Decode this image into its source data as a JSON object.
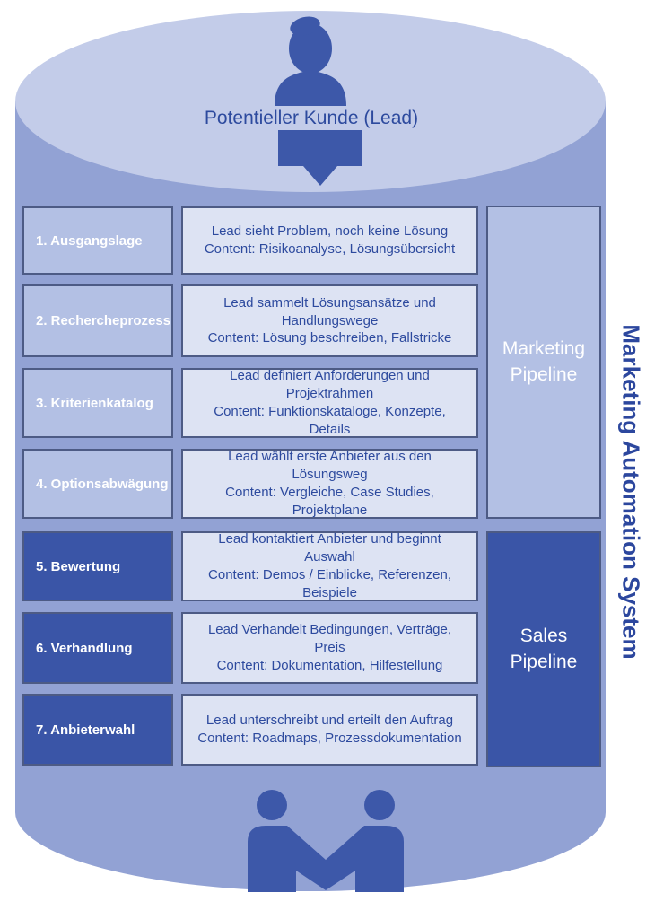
{
  "diagram": {
    "title": "Potentieller Kunde (Lead)",
    "vertical_label": "Marketing Automation System",
    "icons": {
      "lead_icon": "person-silhouette",
      "transition_icon": "down-arrow",
      "deal_icon": "handshake-figures"
    },
    "colors": {
      "cylinder_top": "#c3cce9",
      "cylinder_body": "#92a2d4",
      "stage_light": "#b3c0e4",
      "stage_dark": "#3a55a7",
      "content_box": "#dde3f3",
      "box_border": "#4d5b85",
      "text_blue": "#2d4a9e",
      "icon_blue": "#3d58a9",
      "text_white": "#ffffff"
    },
    "stages": [
      {
        "label": "1. Ausgangslage",
        "description": "Lead sieht Problem, noch keine Lösung",
        "content": "Content: Risikoanalyse, Lösungsübersicht",
        "phase": "marketing"
      },
      {
        "label": "2. Rechercheprozess",
        "description": "Lead sammelt Lösungsansätze und Handlungswege",
        "content": "Content: Lösung beschreiben, Fallstricke",
        "phase": "marketing"
      },
      {
        "label": "3. Kriterienkatalog",
        "description": "Lead definiert Anforderungen und Projektrahmen",
        "content": "Content: Funktionskataloge, Konzepte, Details",
        "phase": "marketing"
      },
      {
        "label": "4. Optionsabwägung",
        "description": "Lead wählt erste Anbieter aus den Lösungsweg",
        "content": "Content: Vergleiche, Case Studies, Projektplane",
        "phase": "marketing"
      },
      {
        "label": "5. Bewertung",
        "description": "Lead kontaktiert Anbieter und beginnt Auswahl",
        "content": "Content: Demos / Einblicke, Referenzen, Beispiele",
        "phase": "sales"
      },
      {
        "label": "6. Verhandlung",
        "description": "Lead Verhandelt Bedingungen, Verträge, Preis",
        "content": "Content: Dokumentation, Hilfestellung",
        "phase": "sales"
      },
      {
        "label": "7. Anbieterwahl",
        "description": "Lead unterschreibt und erteilt den Auftrag",
        "content": "Content: Roadmaps, Prozessdokumentation",
        "phase": "sales"
      }
    ],
    "pipelines": [
      {
        "label": "Marketing Pipeline",
        "phase": "marketing"
      },
      {
        "label": "Sales Pipeline",
        "phase": "sales"
      }
    ]
  }
}
